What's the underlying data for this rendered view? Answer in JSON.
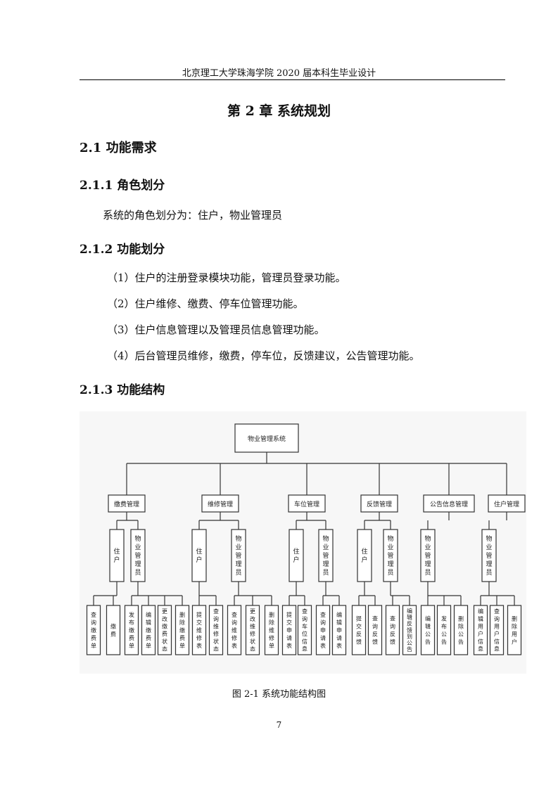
{
  "header": "北京理工大学珠海学院 2020 届本科生毕业设计",
  "chapter_title": "第 2 章  系统规划",
  "sections": {
    "s21": "2.1  功能需求",
    "s211": "2.1.1 角色划分",
    "s211_body": "系统的角色划分为：住户，物业管理员",
    "s212": "2.1.2 功能划分",
    "s212_items": [
      "（1）住户的注册登录模块功能，管理员登录功能。",
      "（2）住户维修、缴费、停车位管理功能。",
      "（3）住户信息管理以及管理员信息管理功能。",
      "（4）后台管理员维修，缴费，停车位，反馈建议，公告管理功能。"
    ],
    "s213": "2.1.3 功能结构"
  },
  "diagram": {
    "root": "物业管理系统",
    "modules": [
      {
        "label": "缴费管理",
        "roles": [
          {
            "label": "住户",
            "leaves": [
              "查询缴费单",
              "缴费"
            ]
          },
          {
            "label": "物业管理员",
            "leaves": [
              "发布缴费单",
              "编辑缴费单",
              "更改缴费状态",
              "删除缴费单"
            ]
          }
        ]
      },
      {
        "label": "维修管理",
        "roles": [
          {
            "label": "住户",
            "leaves": [
              "提交维修表",
              "查询维修状态"
            ]
          },
          {
            "label": "物业管理员",
            "leaves": [
              "查询维修表",
              "更改维修状态",
              "删除维修单"
            ]
          }
        ]
      },
      {
        "label": "车位管理",
        "roles": [
          {
            "label": "住户",
            "leaves": [
              "提交申请表",
              "查询车位信息"
            ]
          },
          {
            "label": "物业管理员",
            "leaves": [
              "查询申请表",
              "编辑申请表"
            ]
          }
        ]
      },
      {
        "label": "反馈管理",
        "roles": [
          {
            "label": "住户",
            "leaves": [
              "提交反馈",
              "查询反馈"
            ]
          },
          {
            "label": "物业管理员",
            "leaves": [
              "查询反馈",
              "编辑反馈到公告"
            ]
          }
        ]
      },
      {
        "label": "公告信息管理",
        "roles": [
          {
            "label": "物业管理员",
            "leaves": [
              "编辑公告",
              "发布公告",
              "删除公告"
            ]
          }
        ]
      },
      {
        "label": "住户管理",
        "roles": [
          {
            "label": "物业管理员",
            "leaves": [
              "编辑用户信息",
              "查询用户信息",
              "删除用户"
            ]
          }
        ]
      }
    ]
  },
  "figure_caption": "图 2-1 系统功能结构图",
  "page_number": "7"
}
